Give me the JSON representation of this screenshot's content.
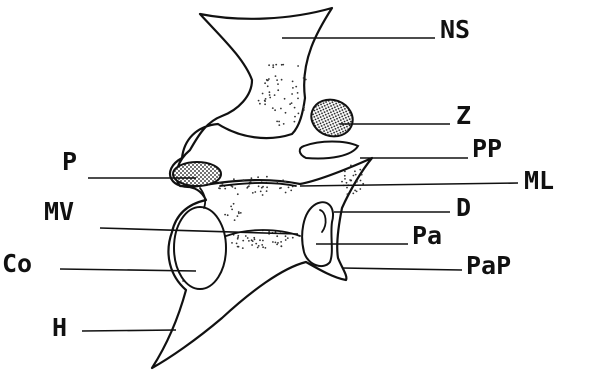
{
  "labels": {
    "ns": "NS",
    "z": "Z",
    "pp": "PP",
    "ml": "ML",
    "p": "P",
    "mv": "MV",
    "d": "D",
    "pa": "Pa",
    "co": "Co",
    "pap": "PaP",
    "h": "H"
  },
  "colors": {
    "ink": "#111111",
    "paper": "#ffffff"
  }
}
